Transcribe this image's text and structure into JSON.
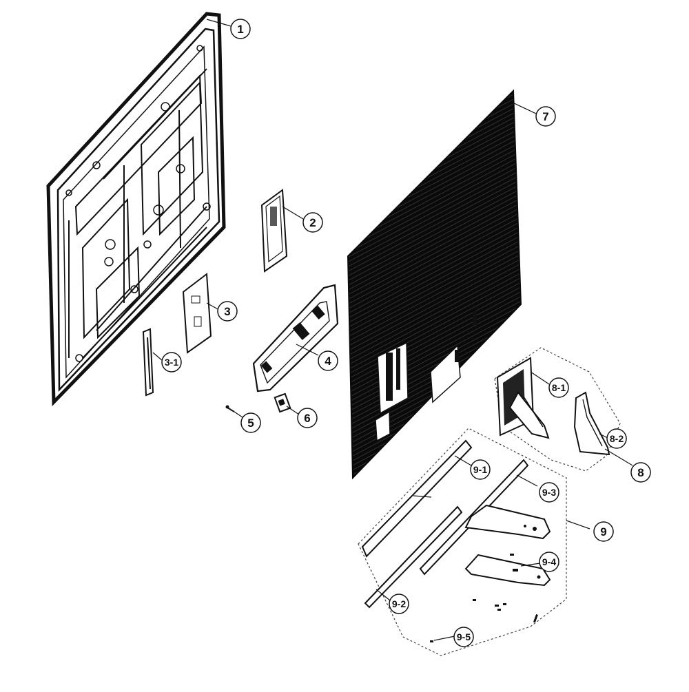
{
  "callouts": {
    "c1": "1",
    "c2": "2",
    "c3": "3",
    "c3_1": "3-1",
    "c4": "4",
    "c5": "5",
    "c6": "6",
    "c7": "7",
    "c8": "8",
    "c8_1": "8-1",
    "c8_2": "8-2",
    "c9": "9",
    "c9_1": "9-1",
    "c9_2": "9-2",
    "c9_3": "9-3",
    "c9_4": "9-4",
    "c9_5": "9-5"
  },
  "colors": {
    "ink": "#111111",
    "panel": "#0a0a0a",
    "background": "#ffffff"
  }
}
